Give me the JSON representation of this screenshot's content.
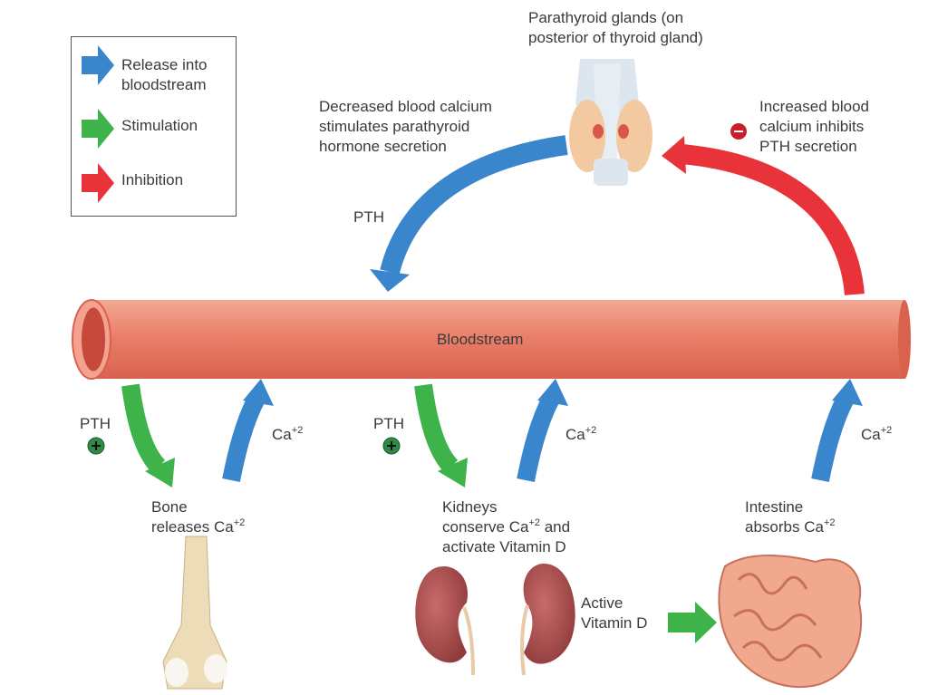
{
  "legend": {
    "items": [
      {
        "label_line1": "Release into",
        "label_line2": "bloodstream",
        "color": "#3a86cc",
        "icon": "blue-arrow-icon"
      },
      {
        "label": "Stimulation",
        "color": "#3db34a",
        "icon": "green-arrow-icon"
      },
      {
        "label": "Inhibition",
        "color": "#e8333a",
        "icon": "red-arrow-icon"
      }
    ]
  },
  "parathyroid": {
    "line1": "Parathyroid glands (on",
    "line2": "posterior of thyroid gland)"
  },
  "decreased": {
    "line1": "Decreased blood calcium",
    "line2": "stimulates parathyroid",
    "line3": "hormone secretion"
  },
  "increased": {
    "line1": "Increased blood",
    "line2": "calcium inhibits",
    "line3": "PTH secretion"
  },
  "pth_top": "PTH",
  "bloodstream": "Bloodstream",
  "bone": {
    "pth": "PTH",
    "ca": "Ca",
    "ca_sup": "+2",
    "line1": "Bone",
    "line2": "releases Ca",
    "line2_sup": "+2"
  },
  "kidneys": {
    "pth": "PTH",
    "ca": "Ca",
    "ca_sup": "+2",
    "line1": "Kidneys",
    "line2a": "conserve Ca",
    "line2_sup": "+2",
    "line2b": " and",
    "line3": "activate Vitamin D"
  },
  "vitamin": {
    "line1": "Active",
    "line2": "Vitamin D"
  },
  "intestine": {
    "ca": "Ca",
    "ca_sup": "+2",
    "line1": "Intestine",
    "line2": "absorbs Ca",
    "line2_sup": "+2"
  },
  "colors": {
    "release": "#3a86cc",
    "stimulation": "#3db34a",
    "inhibition": "#e8333a",
    "vessel": "#e9806a"
  }
}
